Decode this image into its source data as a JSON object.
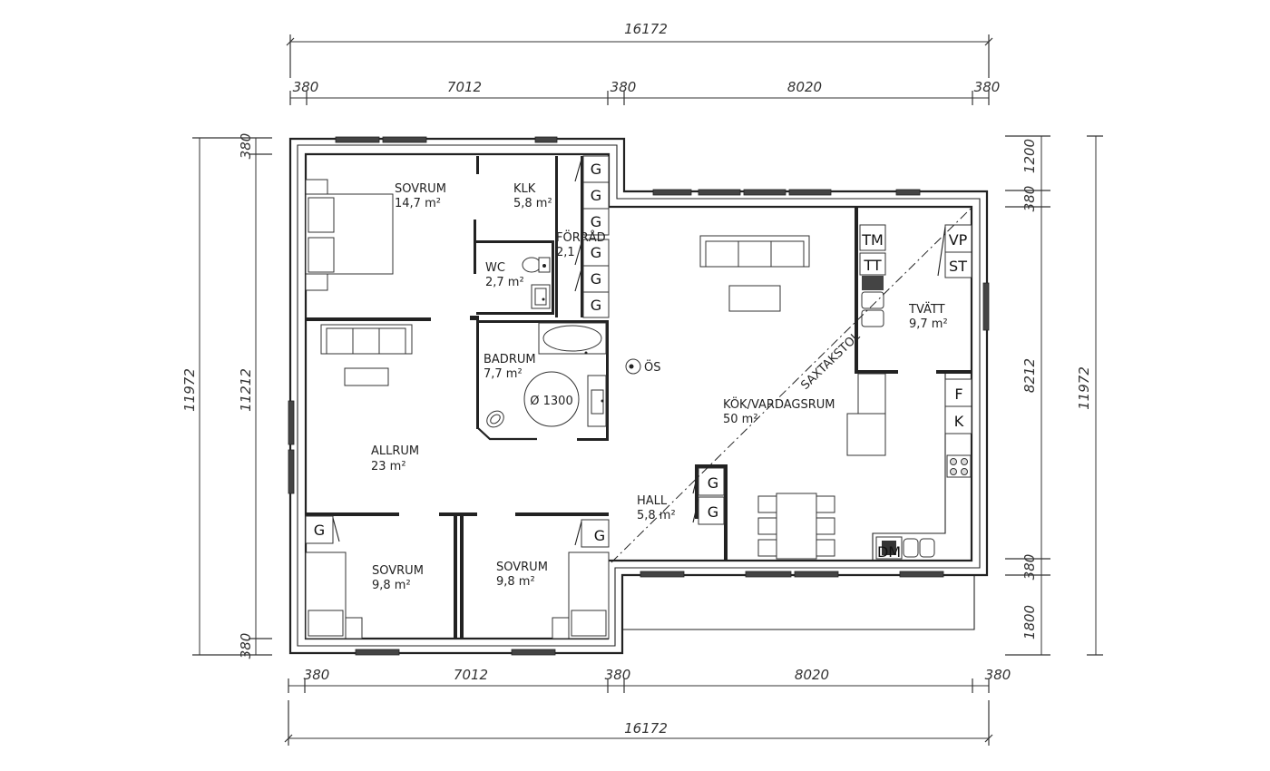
{
  "dimensions": {
    "top_total": "16172",
    "top_segments": [
      "380",
      "7012",
      "380",
      "8020",
      "380"
    ],
    "bottom_total": "16172",
    "bottom_segments": [
      "380",
      "7012",
      "380",
      "8020",
      "380"
    ],
    "left_outer": "11972",
    "left_inner": "11212",
    "left_top_wall": "380",
    "left_bottom_wall": "380",
    "right_outer": "11972",
    "right_top_offset": "1200",
    "right_top_wall": "380",
    "right_inner": "8212",
    "right_bottom_wall": "380",
    "right_bottom_offset": "1800"
  },
  "rooms": {
    "sovrum_main": {
      "name": "SOVRUM",
      "area": "14,7 m²"
    },
    "klk": {
      "name": "KLK",
      "area": "5,8 m²"
    },
    "forrad": {
      "name": "FÖRRÅD",
      "area": "2,1"
    },
    "wc": {
      "name": "WC",
      "area": "2,7 m²"
    },
    "badrum": {
      "name": "BADRUM",
      "area": "7,7 m²"
    },
    "circle": "Ø 1300",
    "os": "ÖS",
    "allrum": {
      "name": "ALLRUM",
      "area": "23 m²"
    },
    "kok": {
      "name": "KÖK/VARDAGSRUM",
      "area": "50 m²"
    },
    "tvatt": {
      "name": "TVÄTT",
      "area": "9,7 m²"
    },
    "hall": {
      "name": "HALL",
      "area": "5,8 m²"
    },
    "sovrum_left": {
      "name": "SOVRUM",
      "area": "9,8 m²"
    },
    "sovrum_mid": {
      "name": "SOVRUM",
      "area": "9,8 m²"
    }
  },
  "fixtures": {
    "g": "G",
    "tm": "TM",
    "tt": "TT",
    "vp": "VP",
    "st": "ST",
    "f": "F",
    "k": "K",
    "dm": "DM"
  },
  "annotations": {
    "saxtakstol": "SAXTAKSTOL"
  }
}
